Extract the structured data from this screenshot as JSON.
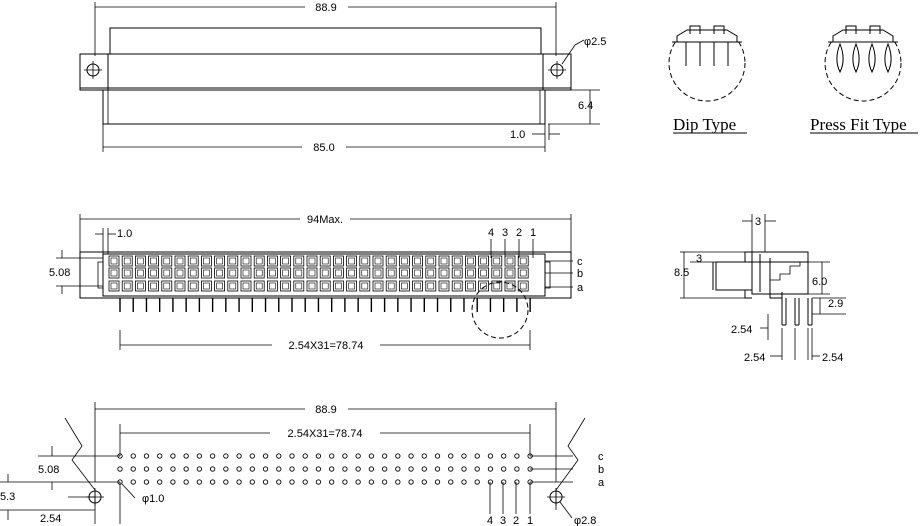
{
  "front_view": {
    "dim_top": "88.9",
    "dim_hole": "φ2.5",
    "dim_height": "6.4",
    "dim_offset": "1.0",
    "dim_bottom": "85.0"
  },
  "types": {
    "dip_label": "Dip Type",
    "pressfit_label": "Press Fit Type"
  },
  "top_view": {
    "dim_max": "94Max.",
    "dim_edge": "1.0",
    "dim_row_pitch": "5.08",
    "pin_numbers": [
      "4",
      "3",
      "2",
      "1"
    ],
    "row_labels": [
      "c",
      "b",
      "a"
    ],
    "dim_pitch": "2.54X31=78.74"
  },
  "side_view": {
    "dim_top": "3",
    "dim_inner": "3",
    "dim_height": "8.5",
    "dim_body": "6.0",
    "dim_tail": "2.9",
    "dim_pitch_1": "2.54",
    "dim_pitch_2": "2.54",
    "dim_pitch_3": "2.54"
  },
  "footprint": {
    "dim_width": "88.9",
    "dim_pitch": "2.54X31=78.74",
    "dim_row": "5.08",
    "dim_offset_y": "5.3",
    "dim_offset_x": "2.54",
    "dim_drill": "φ1.0",
    "dim_mount": "φ2.8",
    "pin_numbers": [
      "4",
      "3",
      "2",
      "1"
    ],
    "row_labels": [
      "c",
      "b",
      "a"
    ]
  }
}
